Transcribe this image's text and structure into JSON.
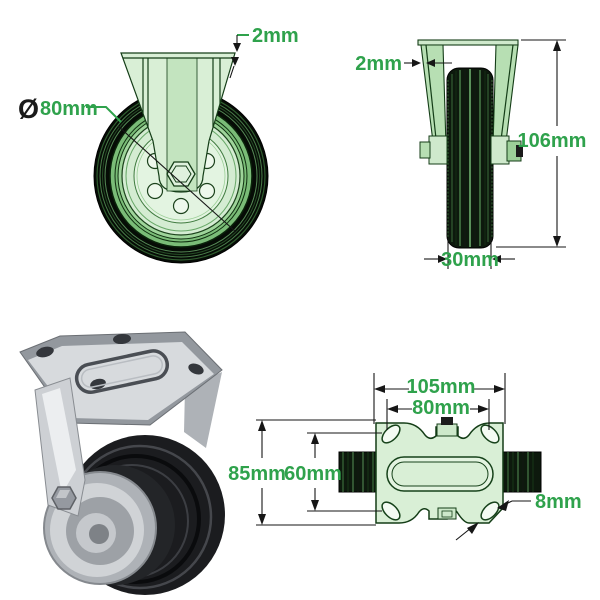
{
  "title_hint": "fixed castor wheel dimension drawing",
  "colors": {
    "label_green": "#2FA24C",
    "dimension_line_black": "#161616",
    "drawing_outline_dark_green": "#143D17",
    "drawing_light_green": "#D9EFD6",
    "drawing_mid_green": "#B7DFB3",
    "drawing_band_green": "#7ABC77",
    "tire_dark_green": "#0D190D",
    "photo_plate_gray": "#D4D7DA",
    "photo_tire_black": "#1B1C1F",
    "background": "#FFFFFF"
  },
  "front_view": {
    "dimensions": {
      "plate_thickness": "2mm",
      "diameter_symbol": "Ø",
      "wheel_diameter": "80mm"
    }
  },
  "side_view": {
    "dimensions": {
      "leg_thickness": "2mm",
      "overall_height": "106mm",
      "wheel_width": "30mm"
    }
  },
  "top_view": {
    "dimensions": {
      "plate_width": "105mm",
      "bolt_hole_spacing_width": "80mm",
      "plate_depth": "85mm",
      "bolt_hole_spacing_depth": "60mm",
      "bolt_hole_diameter": "8mm"
    }
  }
}
